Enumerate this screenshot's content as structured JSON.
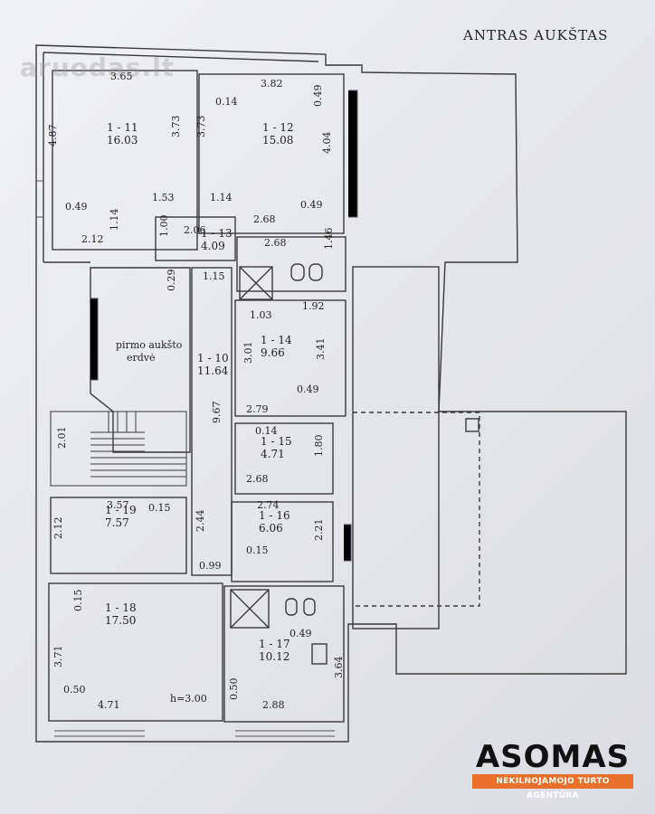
{
  "page_title": "ANTRAS AUKŠTAS",
  "watermark": "aruodas.lt",
  "logo": {
    "brand": "ASOMAS",
    "tagline": "NEKILNOJAMOJO TURTO AGENTŪRA",
    "accent_color": "#e8702a"
  },
  "rooms": [
    {
      "id": "1 - 11",
      "area": "16.03"
    },
    {
      "id": "1 - 12",
      "area": "15.08"
    },
    {
      "id": "1 - 13",
      "area": "4.09"
    },
    {
      "id": "1 - 10",
      "area": "11.64"
    },
    {
      "id": "1 - 14",
      "area": "9.66"
    },
    {
      "id": "1 - 15",
      "area": "4.71"
    },
    {
      "id": "1 - 16",
      "area": "6.06"
    },
    {
      "id": "1 - 19",
      "area": "7.57"
    },
    {
      "id": "1 - 18",
      "area": "17.50"
    },
    {
      "id": "1 - 17",
      "area": "10.12"
    }
  ],
  "labels": {
    "stair_void_1": "pirmo aukšto",
    "stair_void_2": "erdvė",
    "height_note": "h=3.00"
  },
  "dims": [
    "3.65",
    "4.87",
    "3.73",
    "0.49",
    "1.53",
    "2.12",
    "1.14",
    "3.82",
    "0.14",
    "0.49",
    "3.73",
    "4.04",
    "1.14",
    "0.49",
    "2.68",
    "1.00",
    "2.06",
    "2.68",
    "1.46",
    "0.29",
    "1.15",
    "1.03",
    "1.92",
    "3.01",
    "3.41",
    "0.49",
    "2.79",
    "9.67",
    "0.14",
    "1.80",
    "2.68",
    "2.01",
    "3.57",
    "0.15",
    "2.12",
    "2.44",
    "0.99",
    "2.74",
    "2.21",
    "0.15",
    "0.15",
    "3.71",
    "0.50",
    "4.71",
    "0.49",
    "3.64",
    "0.50",
    "2.88"
  ]
}
